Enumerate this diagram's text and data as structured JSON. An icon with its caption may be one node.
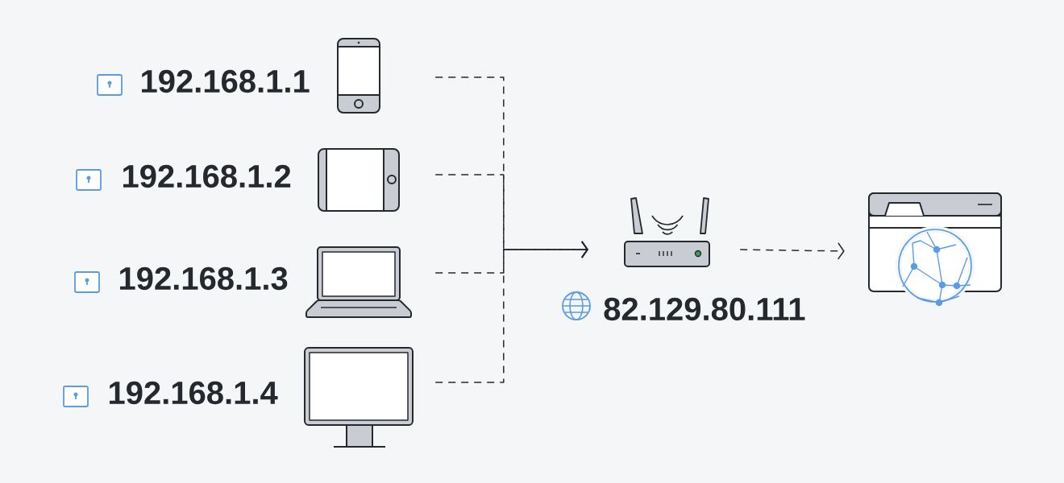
{
  "diagram": {
    "nodes": [
      {
        "text": [],
        "shape": "picture",
        "beside": [
          "192.168.1.1"
        ]
      },
      {
        "text": [],
        "shape": "picture",
        "beside": [
          "192.168.1.2"
        ]
      },
      {
        "text": [],
        "shape": "picture",
        "beside": [
          "192.168.1.3"
        ]
      },
      {
        "text": [],
        "shape": "picture",
        "beside": [
          "192.168.1.4"
        ]
      },
      {
        "text": [],
        "shape": "picture",
        "beside": [
          "82.129.80.111"
        ]
      },
      {
        "text": [],
        "shape": "picture"
      }
    ],
    "edges": [
      {
        "from": 0,
        "to": 4,
        "arrow": "to",
        "style": "dashed"
      },
      {
        "from": 1,
        "to": 4,
        "arrow": "to",
        "style": "dashed"
      },
      {
        "from": 2,
        "to": 4,
        "arrow": "to",
        "style": "dashed"
      },
      {
        "from": 3,
        "to": 4,
        "arrow": "to",
        "style": "dashed"
      },
      {
        "from": 4,
        "to": 5,
        "arrow": "to",
        "style": "dashed"
      }
    ]
  }
}
